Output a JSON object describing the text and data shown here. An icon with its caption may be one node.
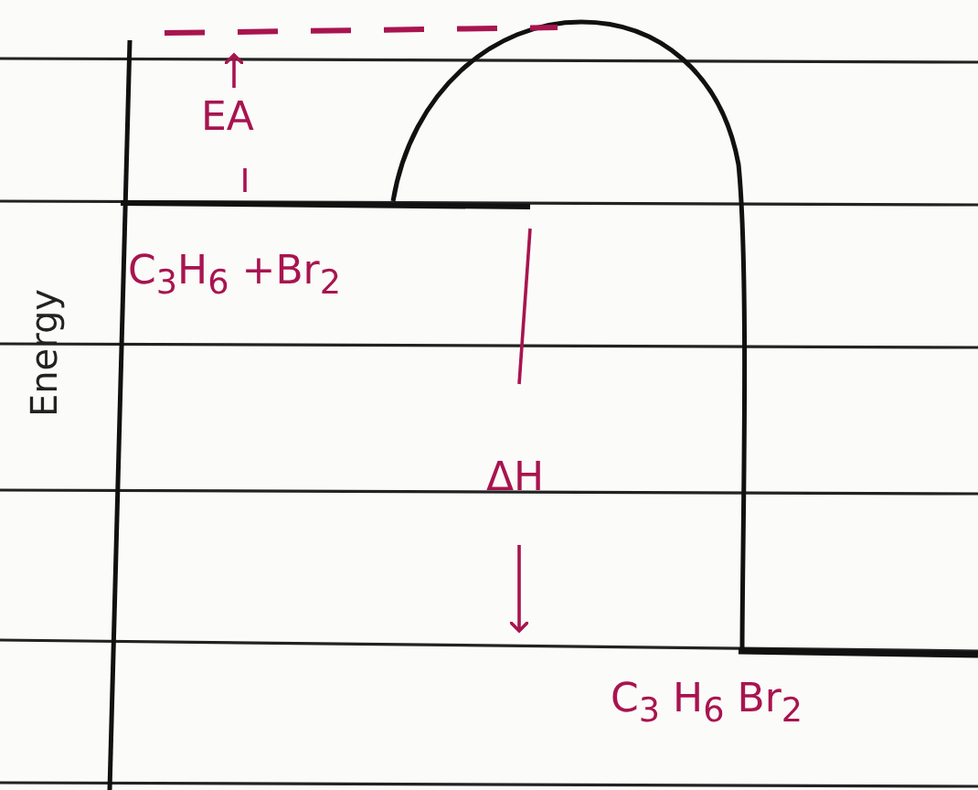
{
  "diagram": {
    "labels": [
      "Energy",
      "EA",
      "C$_{3}$H$_{6}$ +Br$_{2}$",
      "ΔH",
      "C$_{3}$ H$_{6}$ Br$_{2}$"
    ]
  }
}
